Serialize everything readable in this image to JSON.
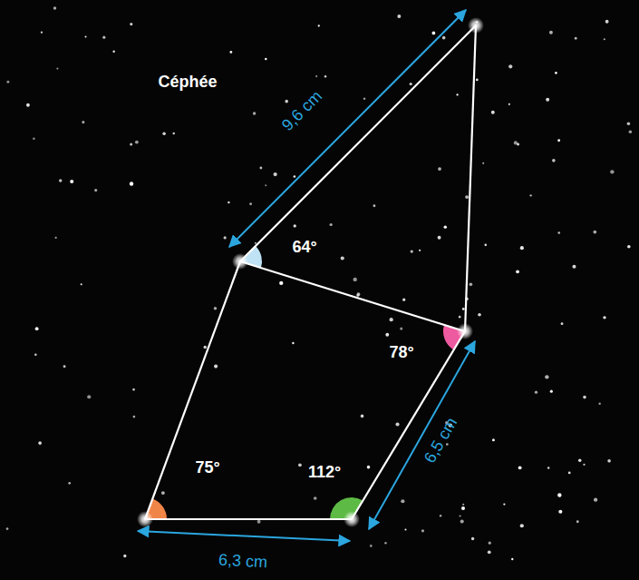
{
  "diagram": {
    "labels": [
      "Céphée",
      "9,6 cm",
      "64°",
      "78°",
      "75°",
      "112°",
      "6,3 cm",
      "6,5 cm"
    ]
  }
}
